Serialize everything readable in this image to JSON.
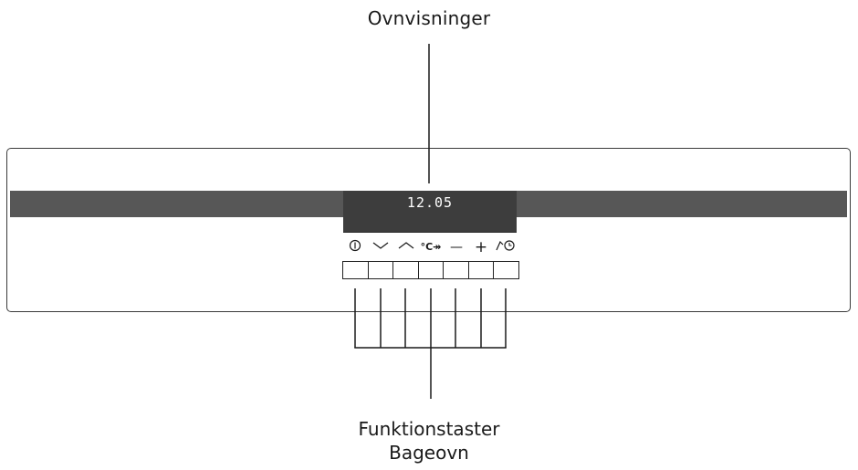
{
  "labels": {
    "display": "Ovnvisninger",
    "keys_line1": "Funktionstaster",
    "keys_line2": "Bageovn"
  },
  "display": {
    "time": "12.05"
  },
  "buttons": [
    {
      "name": "power",
      "icon": "power-icon",
      "text": ""
    },
    {
      "name": "down",
      "icon": "chevron-down-icon",
      "text": ""
    },
    {
      "name": "up",
      "icon": "chevron-up-icon",
      "text": ""
    },
    {
      "name": "temperature",
      "icon": "temperature-icon",
      "text": "°C↠"
    },
    {
      "name": "minus",
      "icon": "minus-icon",
      "text": "—"
    },
    {
      "name": "plus",
      "icon": "plus-icon",
      "text": "+"
    },
    {
      "name": "timer",
      "icon": "timer-icon",
      "text": ""
    }
  ],
  "colors": {
    "strip": "#575757",
    "display": "#3d3d3d",
    "line": "#1a1a1a"
  }
}
